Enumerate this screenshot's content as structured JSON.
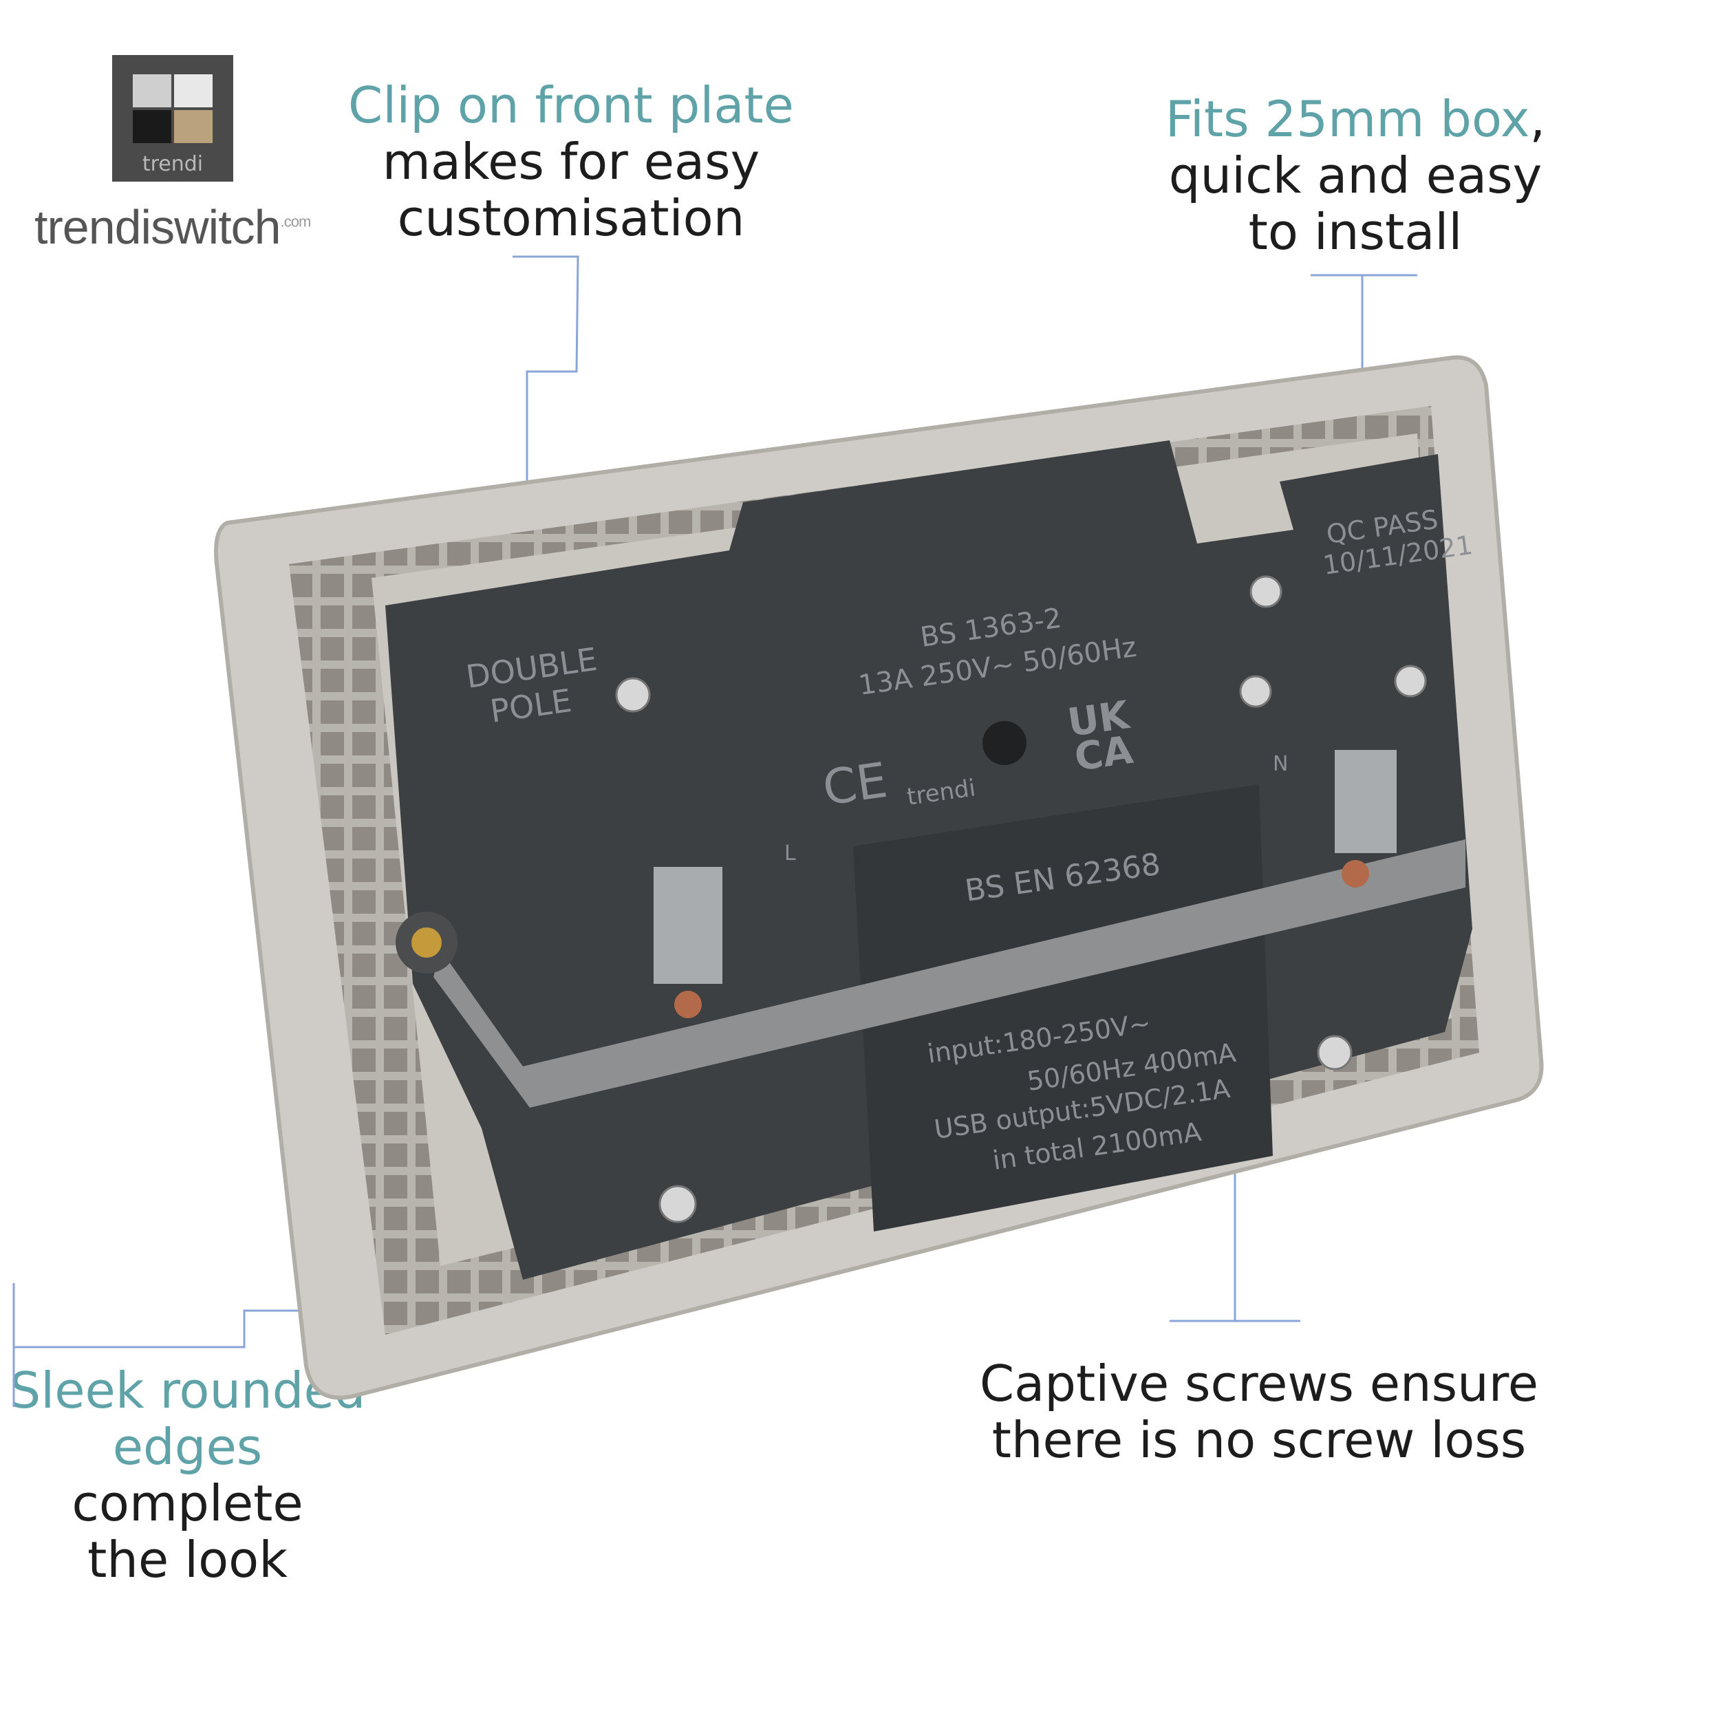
{
  "brand": {
    "logo_text": "trendi",
    "wordmark": "trendiswitch",
    "wordmark_suffix": ".com"
  },
  "callouts": {
    "front_plate": {
      "highlight": "Clip on front plate",
      "line2": "makes for easy",
      "line3": "customisation"
    },
    "box": {
      "highlight": "Fits 25mm box",
      "highlight_suffix": ",",
      "line2": "quick and easy",
      "line3": "to install"
    },
    "edges": {
      "highlight1": "Sleek rounded",
      "highlight2": "edges",
      "line2_rest": " complete",
      "line3": "the look"
    },
    "screws": {
      "line1": "Captive screws ensure",
      "line2": "there is no screw loss"
    }
  },
  "socket_labels": {
    "double_pole_1": "DOUBLE",
    "double_pole_2": "POLE",
    "standard": "BS 1363-2",
    "rating": "13A 250V~    50/60Hz",
    "ukca_1": "UK",
    "ukca_2": "CA",
    "ce": "CE",
    "brand": "trendi",
    "qc_1": "QC PASS",
    "qc_2": "10/11/2021",
    "usb_standard": "BS EN 62368",
    "input_1": "input:180-250V~",
    "input_2": "50/60Hz 400mA",
    "usb_out": "USB output:5VDC/2.1A",
    "total": "in total 2100mA",
    "terminal_n": "N",
    "terminal_l": "L"
  },
  "colors": {
    "teal": "#5fa3a8",
    "leader": "#8aa6d8",
    "plate": "#c9c6c2",
    "body": "#3d4043"
  }
}
